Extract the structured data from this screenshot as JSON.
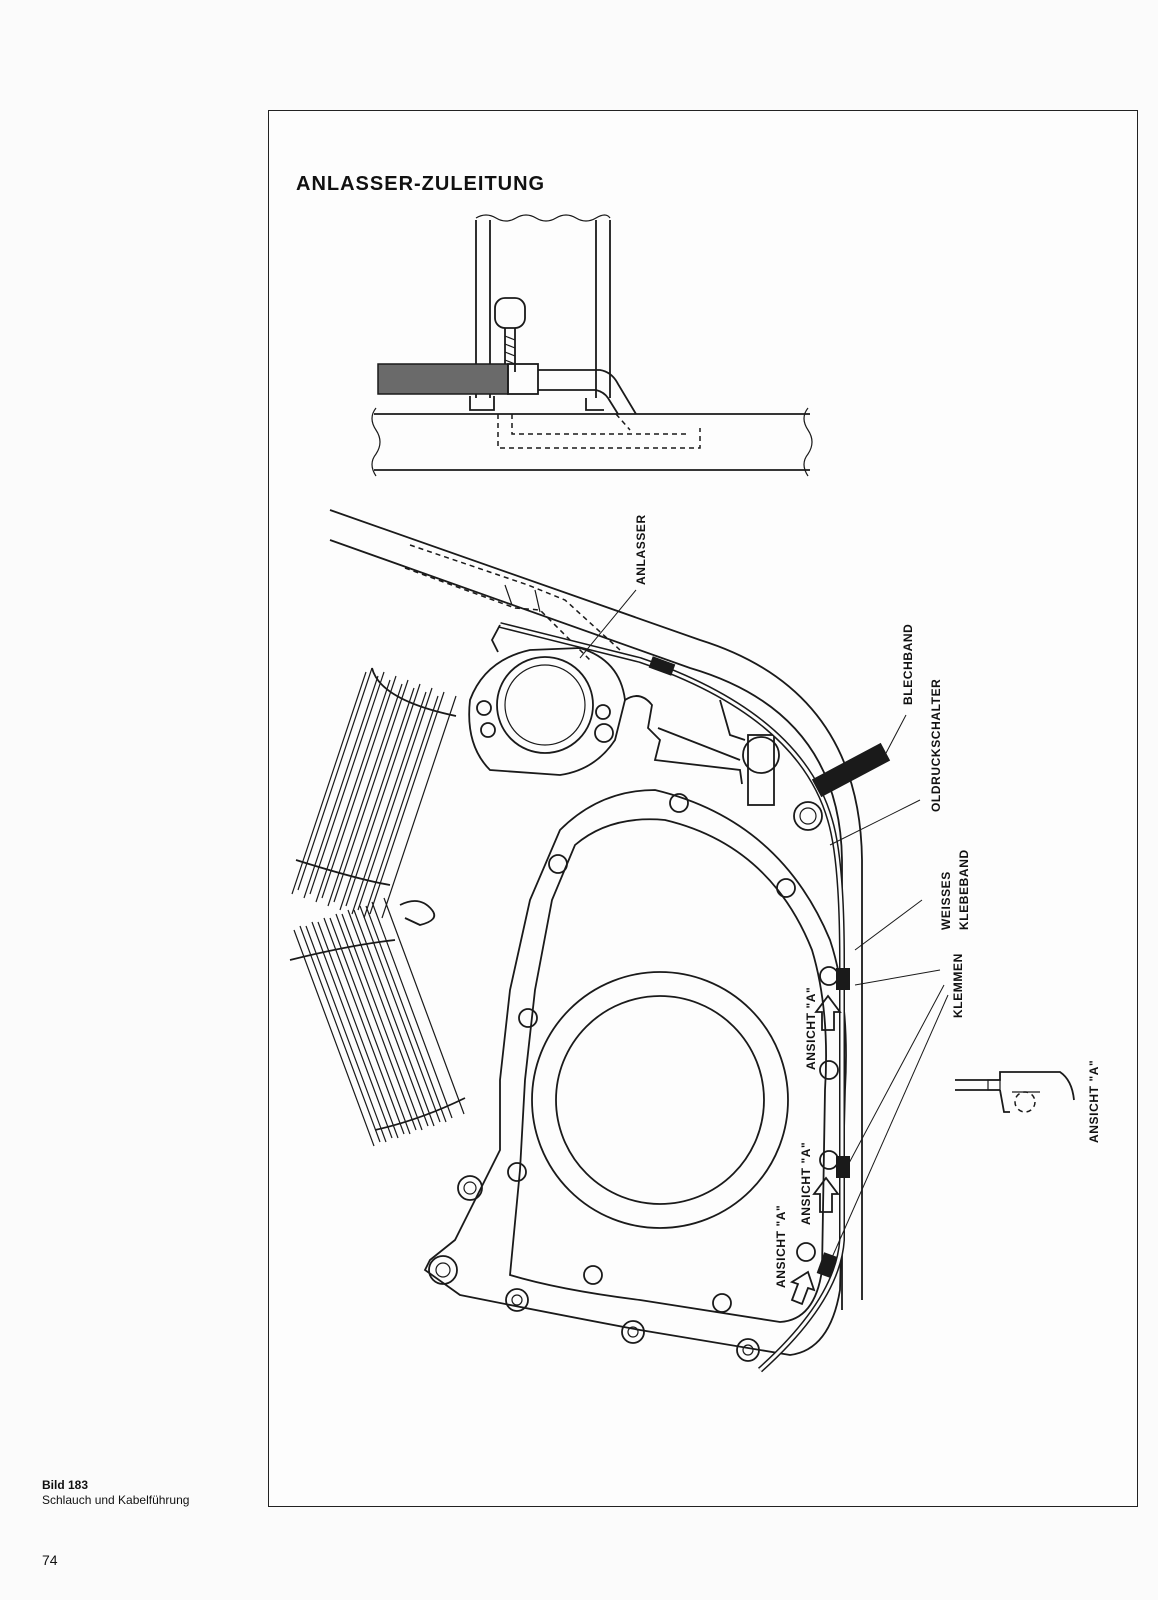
{
  "figure": {
    "title": "ANLASSER-ZULEITUNG",
    "labels": {
      "anlasser": "ANLASSER",
      "blechband": "BLECHBAND",
      "oldruckschalter": "OLDRUCKSCHALTER",
      "weisses": "WEISSES",
      "klebeband": "KLEBEBAND",
      "klemmen": "KLEMMEN",
      "ansicht_a": "ANSICHT \"A\""
    }
  },
  "caption": {
    "number": "Bild 183",
    "text": "Schlauch und Kabelführung"
  },
  "page_number": "74"
}
